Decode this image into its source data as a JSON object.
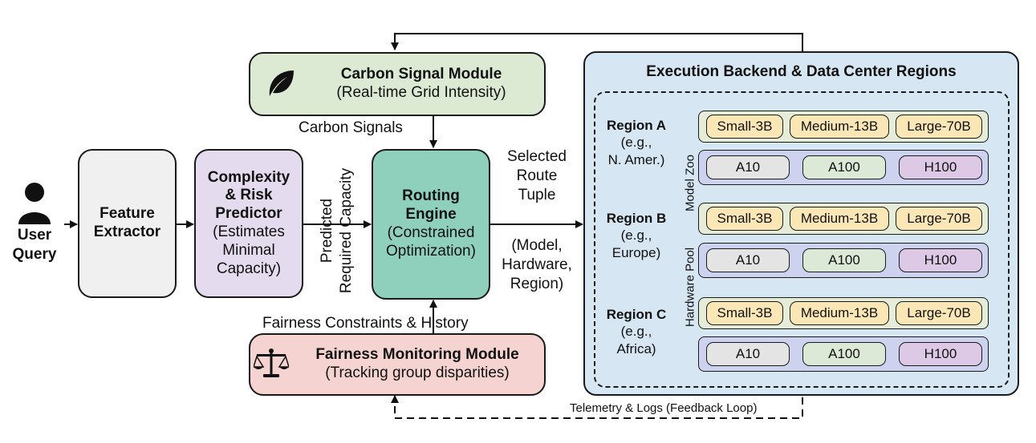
{
  "user": {
    "line1": "User",
    "line2": "Query"
  },
  "feature_extractor": {
    "line1": "Feature",
    "line2": "Extractor"
  },
  "complexity_predictor": {
    "title1": "Complexity",
    "title2": "& Risk",
    "title3": "Predictor",
    "sub1": "(Estimates",
    "sub2": "Minimal",
    "sub3": "Capacity)"
  },
  "predicted_capacity": {
    "line1": "Predicted",
    "line2": "Required Capacity"
  },
  "routing_engine": {
    "title1": "Routing",
    "title2": "Engine",
    "sub1": "(Constrained",
    "sub2": "Optimization)"
  },
  "carbon_module": {
    "title": "Carbon Signal Module",
    "subtitle": "(Real-time Grid Intensity)",
    "icon": "leaf-icon"
  },
  "carbon_signals_label": "Carbon Signals",
  "fairness_module": {
    "title": "Fairness Monitoring Module",
    "subtitle": "(Tracking group disparities)",
    "icon": "scales-icon"
  },
  "fairness_label": "Fairness Constraints & History",
  "route_tuple": {
    "line1": "Selected",
    "line2": "Route",
    "line3": "Tuple",
    "line4": "(Model,",
    "line5": "Hardware,",
    "line6": "Region)"
  },
  "telemetry_label": "Telemetry & Logs (Feedback Loop)",
  "backend": {
    "title": "Execution Backend & Data Center Regions",
    "model_zoo_label": "Model Zoo",
    "hardware_pool_label": "Hardware Pool",
    "regions": [
      {
        "name": "Region A",
        "eg1": "(e.g.,",
        "eg2": "N. Amer.)",
        "models": [
          "Small-3B",
          "Medium-13B",
          "Large-70B"
        ],
        "hardware": [
          "A10",
          "A100",
          "H100"
        ]
      },
      {
        "name": "Region B",
        "eg1": "(e.g.,",
        "eg2": "Europe)",
        "models": [
          "Small-3B",
          "Medium-13B",
          "Large-70B"
        ],
        "hardware": [
          "A10",
          "A100",
          "H100"
        ]
      },
      {
        "name": "Region C",
        "eg1": "(e.g.,",
        "eg2": "Africa)",
        "models": [
          "Small-3B",
          "Medium-13B",
          "Large-70B"
        ],
        "hardware": [
          "A10",
          "A100",
          "H100"
        ]
      }
    ]
  },
  "colors": {
    "feature": "#f0f0f0",
    "predictor": "#e4dcee",
    "routing": "#8fd0bd",
    "carbon": "#dcead4",
    "fairness": "#f5d3d0",
    "backend": "#d6e6f3",
    "model_row": "#e5edd9",
    "model_pill": "#fbe7b6",
    "hw_row": "#cdd3ef",
    "hw_a10": "#e4e4e4",
    "hw_a100": "#dde9d7",
    "hw_h100": "#ddc8e6"
  }
}
